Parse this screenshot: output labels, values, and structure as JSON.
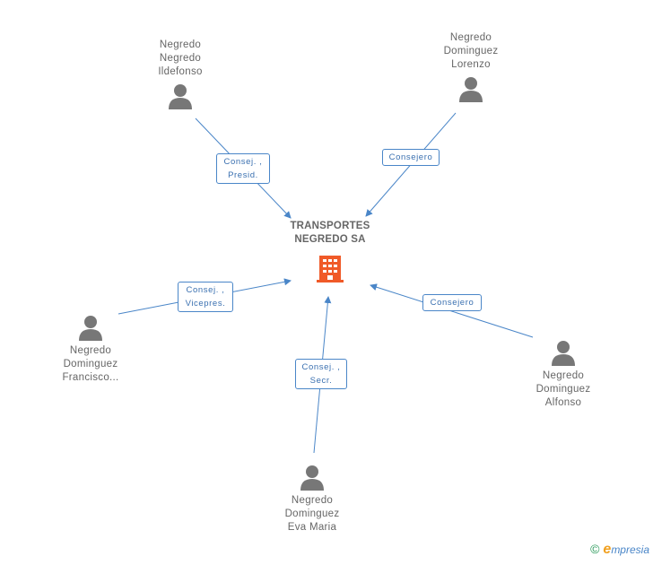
{
  "company": {
    "name_line1": "TRANSPORTES",
    "name_line2": "NEGREDO SA",
    "icon": "building-icon",
    "icon_color": "#f05a28"
  },
  "people": [
    {
      "id": "ildefonso",
      "lines": [
        "Negredo",
        "Negredo",
        "Ildefonso"
      ]
    },
    {
      "id": "lorenzo",
      "lines": [
        "Negredo",
        "Dominguez",
        "Lorenzo"
      ]
    },
    {
      "id": "francisco",
      "lines": [
        "Negredo",
        "Dominguez",
        "Francisco..."
      ]
    },
    {
      "id": "alfonso",
      "lines": [
        "Negredo",
        "Dominguez",
        "Alfonso"
      ]
    },
    {
      "id": "eva",
      "lines": [
        "Negredo",
        "Dominguez",
        "Eva Maria"
      ]
    }
  ],
  "relations": [
    {
      "id": "ildefonso",
      "lines": [
        "Consej. ,",
        "Presid."
      ]
    },
    {
      "id": "lorenzo",
      "lines": [
        "Consejero"
      ]
    },
    {
      "id": "francisco",
      "lines": [
        "Consej. ,",
        "Vicepres."
      ]
    },
    {
      "id": "alfonso",
      "lines": [
        "Consejero"
      ]
    },
    {
      "id": "eva",
      "lines": [
        "Consej. ,",
        "Secr."
      ]
    }
  ],
  "colors": {
    "edge": "#4a86c8",
    "person_icon": "#777777",
    "text": "#666666"
  },
  "footer": {
    "copyright_symbol": "©",
    "brand_initial": "e",
    "brand_rest": "mpresia"
  }
}
